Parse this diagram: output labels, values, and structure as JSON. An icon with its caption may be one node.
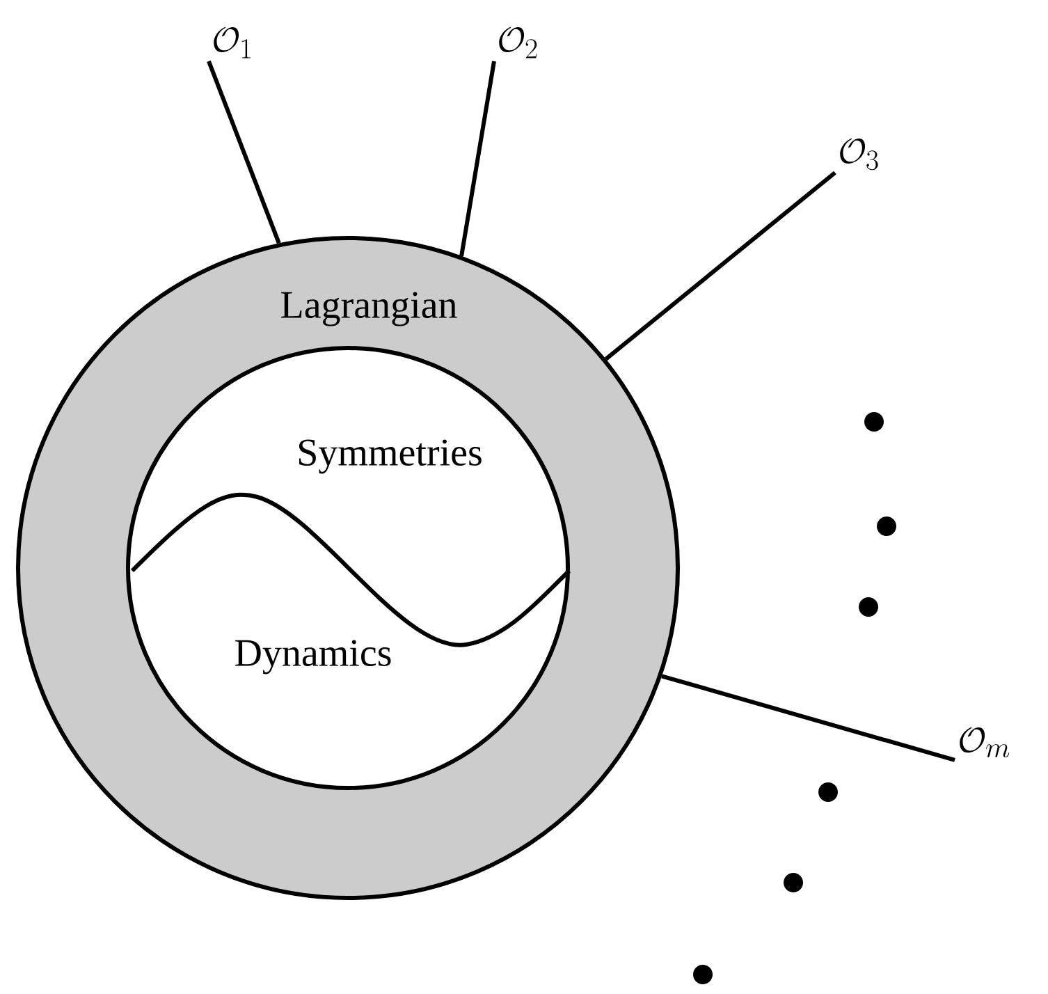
{
  "diagram": {
    "nodes": [
      {
        "text": [
          "Lagrangian"
        ]
      },
      {
        "text": [
          "Symmetries",
          "Dynamics"
        ],
        "in": 0
      },
      {
        "text": [
          "\\mathcal{O}_1"
        ]
      },
      {
        "text": [
          "\\mathcal{O}_2"
        ]
      },
      {
        "text": [
          "\\mathcal{O}_3"
        ]
      },
      {
        "text": [
          "\\mathcal{O}_m"
        ]
      }
    ],
    "edges": [
      {
        "from": 0,
        "to": 2,
        "arrow": "none"
      },
      {
        "from": 0,
        "to": 3,
        "arrow": "none"
      },
      {
        "from": 0,
        "to": 4,
        "arrow": "none"
      },
      {
        "from": 0,
        "to": 5,
        "arrow": "none"
      }
    ]
  }
}
